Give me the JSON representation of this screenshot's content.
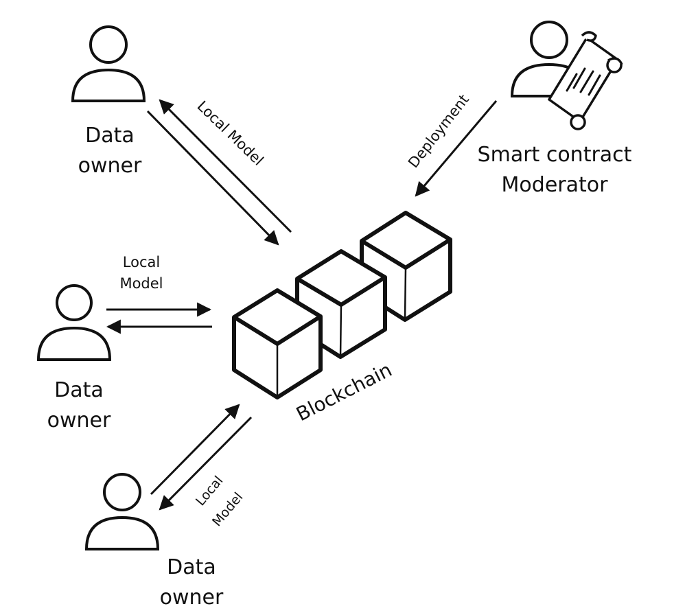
{
  "nodes": {
    "owner_top": {
      "line1": "Data",
      "line2": "owner",
      "icon": "person-icon"
    },
    "owner_middle": {
      "line1": "Data",
      "line2": "owner",
      "icon": "person-icon"
    },
    "owner_bottom": {
      "line1": "Data",
      "line2": "owner",
      "icon": "person-icon"
    },
    "moderator": {
      "line1": "Smart contract",
      "line2": "Moderator",
      "icon": "person-with-scroll-icon"
    },
    "blockchain": {
      "label": "Blockchain",
      "icon": "three-cubes-icon"
    }
  },
  "edges": {
    "top": {
      "label": "Local Model"
    },
    "middle": {
      "line1": "Local",
      "line2": "Model"
    },
    "bottom": {
      "line1": "Local",
      "line2": "Model"
    },
    "moderator": {
      "label": "Deployment"
    }
  },
  "colors": {
    "stroke": "#111111",
    "background": "#ffffff"
  }
}
